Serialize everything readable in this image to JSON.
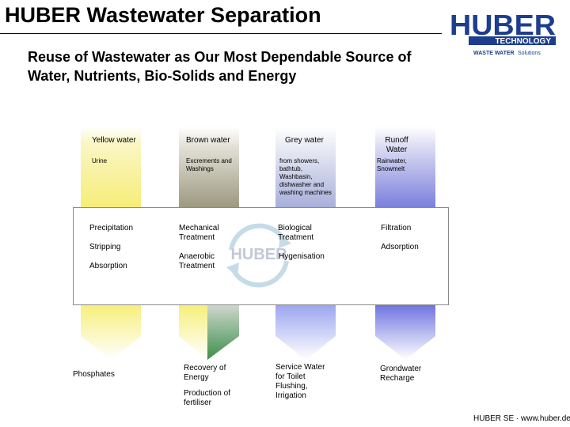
{
  "header": {
    "title": "HUBER Wastewater Separation",
    "subtitle": "Reuse of Wastewater as Our Most Dependable Source of Water, Nutrients, Bio-Solids and Energy"
  },
  "logo": {
    "name": "HUBER",
    "line2": "TECHNOLOGY",
    "tagline_1": "WASTE WATER",
    "tagline_2": "Solutions"
  },
  "colors": {
    "yellow": "#f7ef7a",
    "brown": "#9a9a7a",
    "grey": "#aeb4d6",
    "runoff": "#6a6fd8",
    "green": "#3d8f4a",
    "logo_blue": "#1d3d8f"
  },
  "streams": [
    {
      "label": "Yellow water",
      "sub": "Urine"
    },
    {
      "label": "Brown water",
      "sub": "Excrements and Washings"
    },
    {
      "label": "Grey water",
      "sub": "from showers, bathtub, Washbasin, dishwasher and washing machines"
    },
    {
      "label": "Runoff Water",
      "sub": "Rainwater, Snowmelt"
    }
  ],
  "process": {
    "col1": [
      "Precipitation",
      "Stripping",
      "Absorption"
    ],
    "col2": [
      "Mechanical Treatment",
      "Anaerobic Treatment"
    ],
    "col3": [
      "Biological Treatment",
      "Hygenisation"
    ],
    "col4": [
      "Filtration",
      "Adsorption"
    ],
    "watermark": "HUBER"
  },
  "outputs": {
    "col1": "Phosphates",
    "col2a": "Recovery of Energy",
    "col2b": "Production of fertiliser",
    "col3": "Service Water for Toilet Flushing, Irrigation",
    "col4": "Grondwater Recharge"
  },
  "footer": "HUBER SE · www.huber.de"
}
